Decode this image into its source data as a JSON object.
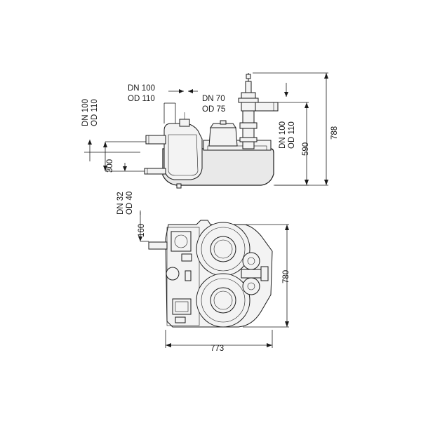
{
  "side_view": {
    "inlet_top_left": {
      "line1": "DN 100",
      "line2": "OD 110"
    },
    "inlet_top_center": {
      "line1": "DN 100",
      "line2": "OD 110"
    },
    "inlet_top_right": {
      "line1": "DN 70",
      "line2": "OD 75"
    },
    "outlet_right": {
      "line1": "DN 100",
      "line2": "OD 110"
    },
    "vent_bottom": {
      "line1": "DN 32",
      "line2": "OD 40"
    },
    "dim_300": "300",
    "dim_590": "590",
    "dim_788": "788"
  },
  "top_view": {
    "dim_160": "160",
    "dim_780": "780",
    "dim_773": "773"
  }
}
